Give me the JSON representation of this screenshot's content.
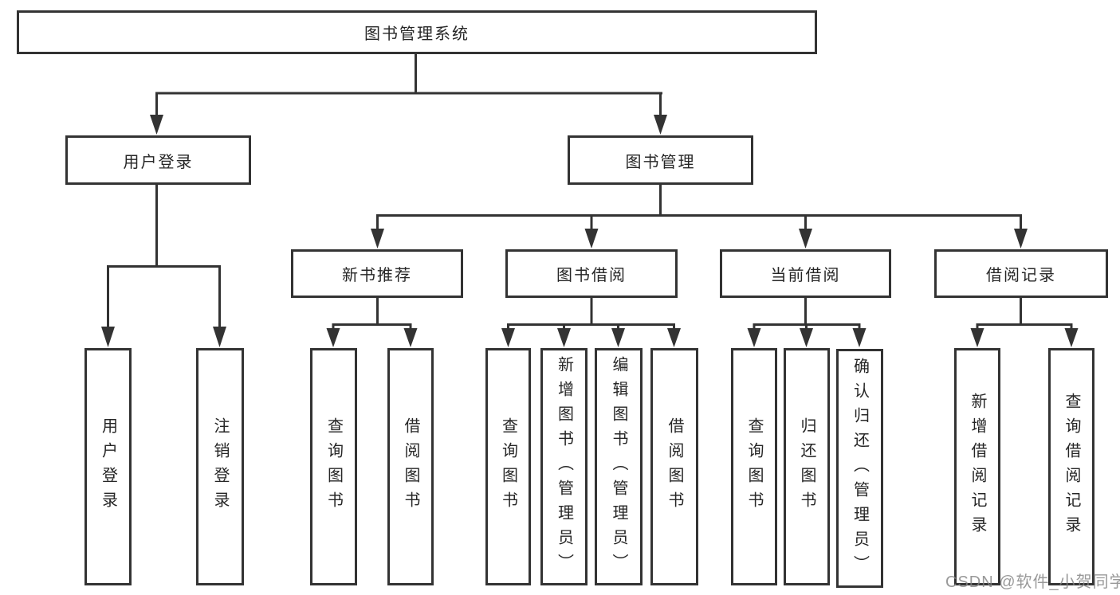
{
  "tree": {
    "root": {
      "label": "图书管理系统",
      "children": [
        {
          "label": "用户登录",
          "children": [
            {
              "label": "用户登录"
            },
            {
              "label": "注销登录"
            }
          ]
        },
        {
          "label": "图书管理",
          "children": [
            {
              "label": "新书推荐",
              "children": [
                {
                  "label": "查询图书"
                },
                {
                  "label": "借阅图书"
                }
              ]
            },
            {
              "label": "图书借阅",
              "children": [
                {
                  "label": "查询图书"
                },
                {
                  "label": "新增图书（管理员）"
                },
                {
                  "label": "编辑图书（管理员）"
                },
                {
                  "label": "借阅图书"
                }
              ]
            },
            {
              "label": "当前借阅",
              "children": [
                {
                  "label": "查询图书"
                },
                {
                  "label": "归还图书"
                },
                {
                  "label": "确认归还（管理员）"
                }
              ]
            },
            {
              "label": "借阅记录",
              "children": [
                {
                  "label": "新增借阅记录"
                },
                {
                  "label": "查询借阅记录"
                }
              ]
            }
          ]
        }
      ]
    }
  },
  "watermark": {
    "text": "CSDN @软件_小贺同学"
  },
  "colors": {
    "line": "#333333",
    "box_border": "#333333",
    "box_fill": "#ffffff",
    "text": "#262626",
    "watermark": "#828282"
  }
}
